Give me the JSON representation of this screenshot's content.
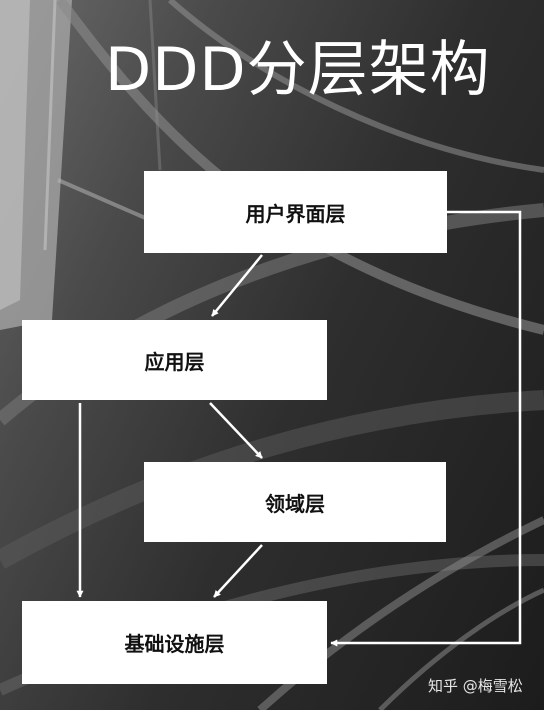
{
  "title": "DDD分层架构",
  "layers": {
    "ui": "用户界面层",
    "application": "应用层",
    "domain": "领域层",
    "infrastructure": "基础设施层"
  },
  "watermark": "知乎 @梅雪松"
}
